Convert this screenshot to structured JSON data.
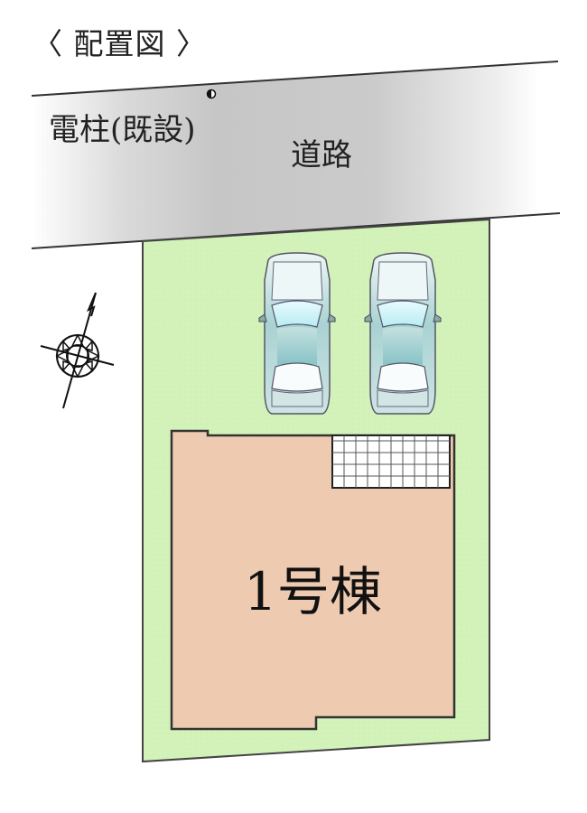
{
  "title": "〈 配置図 〉",
  "road": {
    "label": "道路",
    "fill_gradient": [
      "#ffffff",
      "#c4c4c4",
      "#c9c9c9",
      "#ffffff"
    ]
  },
  "utility_pole": {
    "label": "電柱(既設)",
    "marker": "half-filled-circle"
  },
  "lot": {
    "fill": "#d3f2b9",
    "stroke": "#444444"
  },
  "house": {
    "label": "1号棟",
    "fill": "#eecbb0",
    "stroke": "#333333"
  },
  "balcony": {
    "pattern": "grid",
    "columns": 10,
    "rows": 5
  },
  "parking": {
    "cars": [
      {
        "id": "car-1",
        "color": "#a8d3d3"
      },
      {
        "id": "car-2",
        "color": "#a8d3d3"
      }
    ]
  },
  "compass": {
    "icon": "compass-rose-icon",
    "north_pointer": "arrow-up-right"
  }
}
